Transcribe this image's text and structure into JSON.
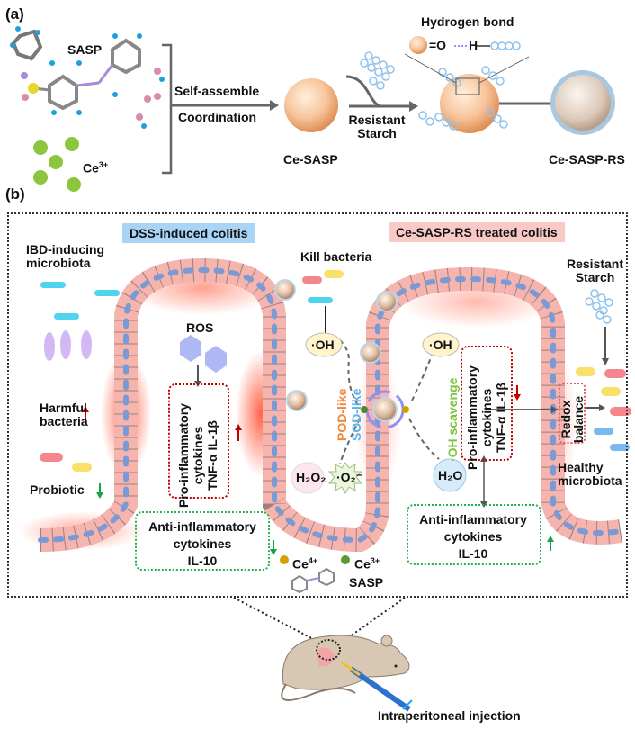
{
  "panel_a": {
    "label": "(a)",
    "sasp_label": "SASP",
    "ce3_label": "Ce",
    "ce3_sup": "3+",
    "step1_top": "Self-assemble",
    "step1_bottom": "Coordination",
    "product1": "Ce-SASP",
    "step2_label_line1": "Resistant",
    "step2_label_line2": "Starch",
    "hbond_title": "Hydrogen bond",
    "hbond_o": "=O",
    "hbond_h": "H",
    "product2": "Ce-SASP-RS"
  },
  "panel_b": {
    "label": "(b)",
    "left_title": "DSS-induced colitis",
    "right_title": "Ce-SASP-RS treated colitis",
    "ibd_line1": "IBD-inducing",
    "ibd_line2": "microbiota",
    "harmful_line1": "Harmful",
    "harmful_line2": "bacteria",
    "probiotic": "Probiotic",
    "ros": "ROS",
    "pro_inflam_line1": "Pro-inflammatory",
    "pro_inflam_line2": "cytokines",
    "pro_inflam_line3": "TNF-α   IL-1β",
    "anti_inflam_line1": "Anti-inflammatory",
    "anti_inflam_line2": "cytokines",
    "anti_inflam_line3": "IL-10",
    "kill_bacteria": "Kill bacteria",
    "oh_radical": "·OH",
    "pod_like": "POD-like",
    "sod_like": "SOD-like",
    "h2o2": "H₂O₂",
    "o2_radical": "·O₂⁻",
    "oh_scavenge": "·OH scavenge",
    "h2o": "H₂O",
    "resistant_starch_line1": "Resistant",
    "resistant_starch_line2": "Starch",
    "redox_line1": "Redox",
    "redox_line2": "balance",
    "healthy_line1": "Healthy",
    "healthy_line2": "microbiota",
    "legend_ce4": "Ce",
    "legend_ce4_sup": "4+",
    "legend_ce3": "Ce",
    "legend_ce3_sup": "3+",
    "legend_sasp": "SASP",
    "injection": "Intraperitoneal injection"
  },
  "colors": {
    "left_title_bg": "#a9d4f5",
    "right_title_bg": "#f9c9c6",
    "pod_like": "#f0883a",
    "sod_like": "#5ab4ec",
    "oh_scavenge": "#7cc33a",
    "up_arrow": "#c00000",
    "down_arrow": "#16a34a",
    "pro_box": "#c00000",
    "anti_box": "#22b14c",
    "cell": "#f6b4ae",
    "inflamed": "#ff5a3c"
  }
}
